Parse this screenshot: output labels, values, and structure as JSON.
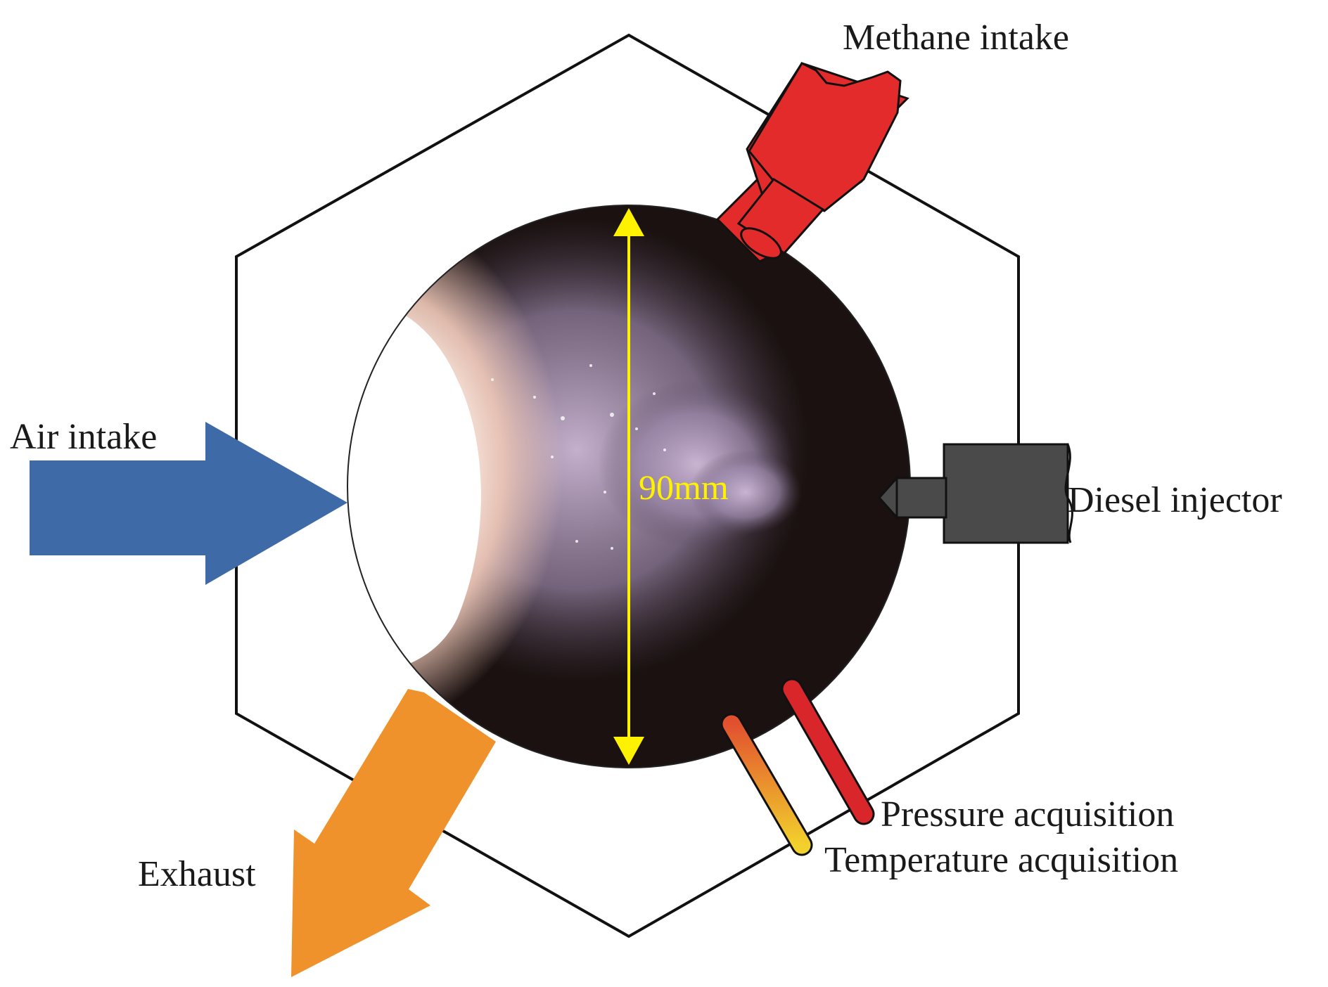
{
  "labels": {
    "methane_intake": "Methane intake",
    "air_intake": "Air intake",
    "diesel_injector": "Diesel injector",
    "exhaust": "Exhaust",
    "pressure_acquisition": "Pressure acquisition",
    "temperature_acquisition": "Temperature acquisition",
    "diameter": "90mm"
  },
  "colors": {
    "air_arrow": "#3f6aa8",
    "exhaust_arrow": "#f0922b",
    "methane_fitting": "#e32b2b",
    "injector_body": "#4a4a4a",
    "dimension_line": "#fff200",
    "chamber_background": "#1a1110",
    "pressure_probe": "#d8262a",
    "temperature_probe_top": "#e2512f",
    "temperature_probe_bottom": "#f2d12c"
  }
}
